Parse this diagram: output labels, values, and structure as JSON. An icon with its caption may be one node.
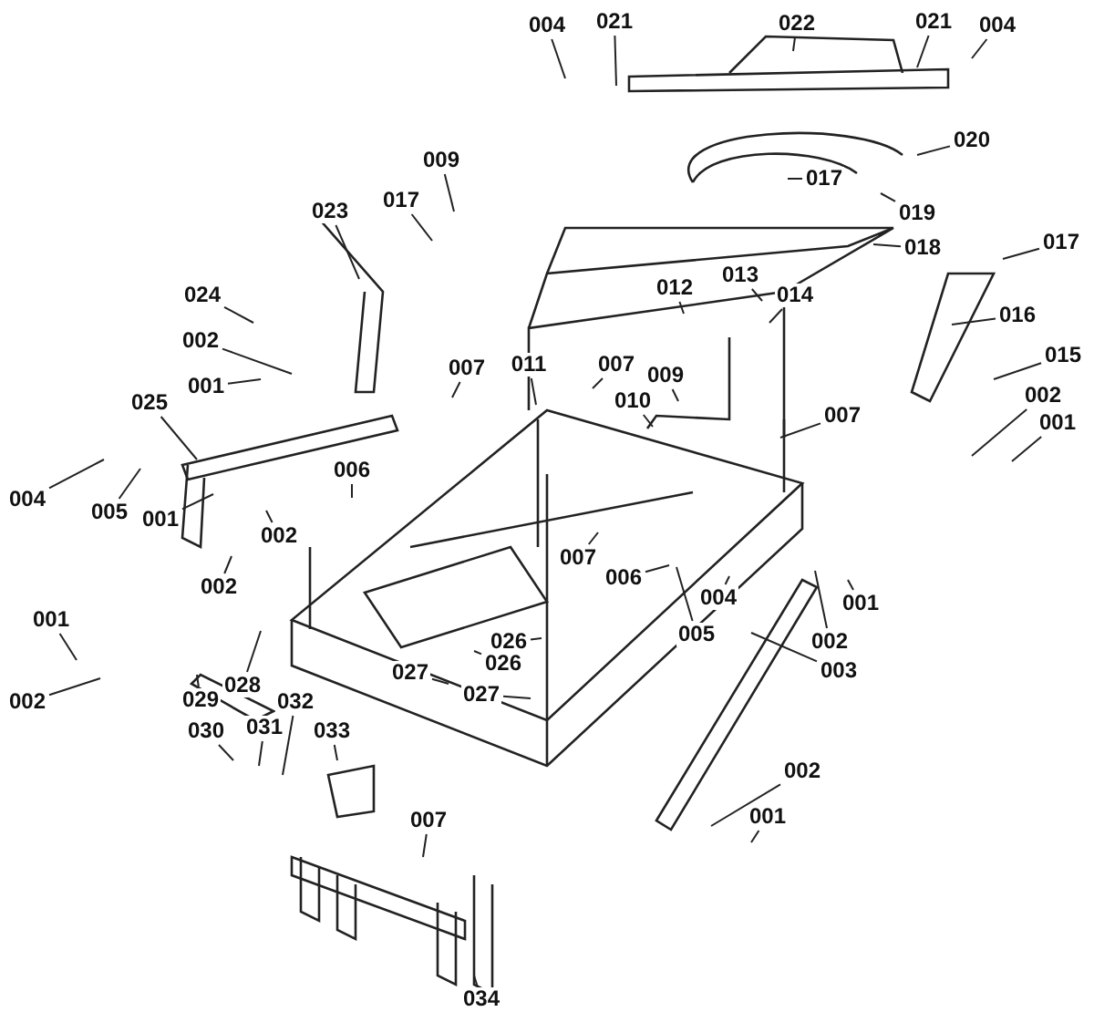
{
  "diagram": {
    "nodes": [
      {
        "text": [
          "004"
        ]
      },
      {
        "text": [
          "021"
        ]
      },
      {
        "text": [
          "022"
        ]
      },
      {
        "text": [
          "021"
        ]
      },
      {
        "text": [
          "004"
        ]
      },
      {
        "text": [
          "009"
        ]
      },
      {
        "text": [
          "020"
        ]
      },
      {
        "text": [
          "017"
        ]
      },
      {
        "text": [
          "017"
        ]
      },
      {
        "text": [
          "023"
        ]
      },
      {
        "text": [
          "019"
        ]
      },
      {
        "text": [
          "018"
        ]
      },
      {
        "text": [
          "017"
        ]
      },
      {
        "text": [
          "013"
        ]
      },
      {
        "text": [
          "024"
        ]
      },
      {
        "text": [
          "012"
        ]
      },
      {
        "text": [
          "014"
        ]
      },
      {
        "text": [
          "016"
        ]
      },
      {
        "text": [
          "002"
        ]
      },
      {
        "text": [
          "011"
        ]
      },
      {
        "text": [
          "007"
        ]
      },
      {
        "text": [
          "007"
        ]
      },
      {
        "text": [
          "009"
        ]
      },
      {
        "text": [
          "001"
        ]
      },
      {
        "text": [
          "015"
        ]
      },
      {
        "text": [
          "025"
        ]
      },
      {
        "text": [
          "010"
        ]
      },
      {
        "text": [
          "002"
        ]
      },
      {
        "text": [
          "007"
        ]
      },
      {
        "text": [
          "001"
        ]
      },
      {
        "text": [
          "004"
        ]
      },
      {
        "text": [
          "005"
        ]
      },
      {
        "text": [
          "006"
        ]
      },
      {
        "text": [
          "001"
        ]
      },
      {
        "text": [
          "002"
        ]
      },
      {
        "text": [
          "002"
        ]
      },
      {
        "text": [
          "007"
        ]
      },
      {
        "text": [
          "006"
        ]
      },
      {
        "text": [
          "004"
        ]
      },
      {
        "text": [
          "001"
        ]
      },
      {
        "text": [
          "001"
        ]
      },
      {
        "text": [
          "005"
        ]
      },
      {
        "text": [
          "002"
        ]
      },
      {
        "text": [
          "003"
        ]
      },
      {
        "text": [
          "026"
        ]
      },
      {
        "text": [
          "028"
        ]
      },
      {
        "text": [
          "026"
        ]
      },
      {
        "text": [
          "027"
        ]
      },
      {
        "text": [
          "027"
        ]
      },
      {
        "text": [
          "002"
        ]
      },
      {
        "text": [
          "029"
        ]
      },
      {
        "text": [
          "032"
        ]
      },
      {
        "text": [
          "031"
        ]
      },
      {
        "text": [
          "033"
        ]
      },
      {
        "text": [
          "030"
        ]
      },
      {
        "text": [
          "002"
        ]
      },
      {
        "text": [
          "001"
        ]
      },
      {
        "text": [
          "007"
        ]
      },
      {
        "text": [
          "034"
        ]
      }
    ],
    "edges": [
      {
        "from": 0,
        "to": null,
        "arrow": "none"
      },
      {
        "from": 1,
        "to": null,
        "arrow": "none"
      },
      {
        "from": 2,
        "to": null,
        "arrow": "none"
      },
      {
        "from": 3,
        "to": null,
        "arrow": "none"
      },
      {
        "from": 4,
        "to": null,
        "arrow": "none"
      },
      {
        "from": 5,
        "to": null,
        "arrow": "none"
      },
      {
        "from": 6,
        "to": null,
        "arrow": "none"
      },
      {
        "from": 7,
        "to": null,
        "arrow": "none"
      },
      {
        "from": 8,
        "to": null,
        "arrow": "none"
      },
      {
        "from": 9,
        "to": null,
        "arrow": "none"
      },
      {
        "from": 10,
        "to": null,
        "arrow": "none"
      },
      {
        "from": 11,
        "to": null,
        "arrow": "none"
      },
      {
        "from": 12,
        "to": null,
        "arrow": "none"
      },
      {
        "from": 13,
        "to": null,
        "arrow": "none"
      },
      {
        "from": 14,
        "to": null,
        "arrow": "none"
      },
      {
        "from": 15,
        "to": null,
        "arrow": "none"
      },
      {
        "from": 16,
        "to": null,
        "arrow": "none"
      },
      {
        "from": 17,
        "to": null,
        "arrow": "none"
      },
      {
        "from": 18,
        "to": null,
        "arrow": "none"
      },
      {
        "from": 19,
        "to": null,
        "arrow": "none"
      },
      {
        "from": 20,
        "to": null,
        "arrow": "none"
      },
      {
        "from": 21,
        "to": null,
        "arrow": "none"
      },
      {
        "from": 22,
        "to": null,
        "arrow": "none"
      },
      {
        "from": 23,
        "to": null,
        "arrow": "none"
      },
      {
        "from": 24,
        "to": null,
        "arrow": "none"
      },
      {
        "from": 25,
        "to": null,
        "arrow": "none"
      },
      {
        "from": 26,
        "to": null,
        "arrow": "none"
      },
      {
        "from": 27,
        "to": null,
        "arrow": "none"
      },
      {
        "from": 28,
        "to": null,
        "arrow": "none"
      },
      {
        "from": 29,
        "to": null,
        "arrow": "none"
      },
      {
        "from": 30,
        "to": null,
        "arrow": "none"
      },
      {
        "from": 31,
        "to": null,
        "arrow": "none"
      },
      {
        "from": 32,
        "to": null,
        "arrow": "none"
      },
      {
        "from": 33,
        "to": null,
        "arrow": "none"
      },
      {
        "from": 34,
        "to": null,
        "arrow": "none"
      },
      {
        "from": 35,
        "to": null,
        "arrow": "none"
      },
      {
        "from": 36,
        "to": null,
        "arrow": "none"
      },
      {
        "from": 37,
        "to": null,
        "arrow": "none"
      },
      {
        "from": 38,
        "to": null,
        "arrow": "none"
      },
      {
        "from": 39,
        "to": null,
        "arrow": "none"
      },
      {
        "from": 40,
        "to": null,
        "arrow": "none"
      },
      {
        "from": 41,
        "to": null,
        "arrow": "none"
      },
      {
        "from": 42,
        "to": null,
        "arrow": "none"
      },
      {
        "from": 43,
        "to": null,
        "arrow": "none"
      },
      {
        "from": 44,
        "to": null,
        "arrow": "none"
      },
      {
        "from": 45,
        "to": null,
        "arrow": "none"
      },
      {
        "from": 46,
        "to": null,
        "arrow": "none"
      },
      {
        "from": 47,
        "to": null,
        "arrow": "none"
      },
      {
        "from": 48,
        "to": null,
        "arrow": "none"
      },
      {
        "from": 49,
        "to": null,
        "arrow": "none"
      },
      {
        "from": 50,
        "to": null,
        "arrow": "none"
      },
      {
        "from": 51,
        "to": null,
        "arrow": "none"
      },
      {
        "from": 52,
        "to": null,
        "arrow": "none"
      },
      {
        "from": 53,
        "to": null,
        "arrow": "none"
      },
      {
        "from": 54,
        "to": null,
        "arrow": "none"
      },
      {
        "from": 55,
        "to": null,
        "arrow": "none"
      },
      {
        "from": 56,
        "to": null,
        "arrow": "none"
      },
      {
        "from": 57,
        "to": null,
        "arrow": "none"
      },
      {
        "from": 58,
        "to": null,
        "arrow": "none"
      }
    ]
  }
}
